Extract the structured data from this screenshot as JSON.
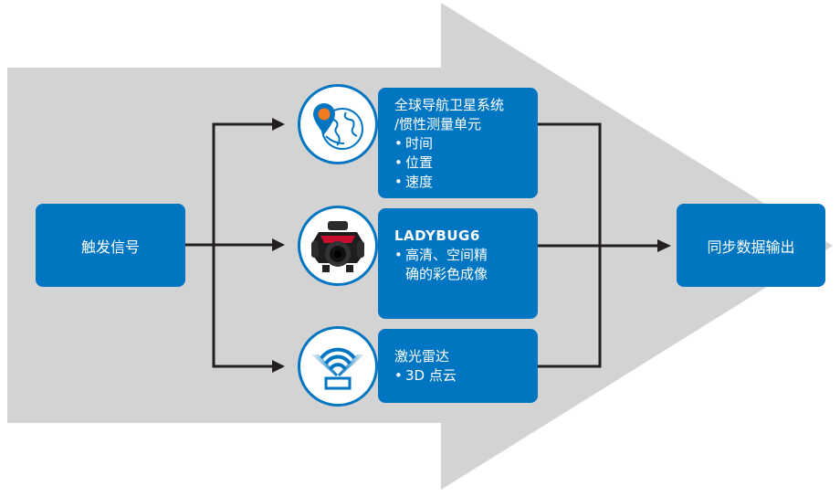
{
  "diagram": {
    "input": {
      "label": "触发信号"
    },
    "sensors": [
      {
        "title": "全球导航卫星系统/惯性测量单元",
        "title_lines": [
          "全球导航卫星系统",
          "/惯性测量单元"
        ],
        "bullets": [
          " 时间",
          "位置",
          "速度"
        ],
        "icon": "globe-location-pin-icon"
      },
      {
        "title": "LADYBUG6",
        "title_lines": [
          "LADYBUG6"
        ],
        "bullets": [
          "高清、空间精确的彩色成像"
        ],
        "bullet_lines": [
          "高清、空间精",
          "确的彩色成像"
        ],
        "icon": "ladybug6-camera-icon"
      },
      {
        "title": "激光雷达",
        "title_lines": [
          "激光雷达"
        ],
        "bullets": [
          "3D 点云"
        ],
        "icon": "lidar-signal-icon"
      }
    ],
    "output": {
      "label": "同步数据输出"
    },
    "colors": {
      "box_blue": "#0075c1",
      "background_arrow_gray": "#d3d3d3",
      "connector_black": "#231f20",
      "pin_orange": "#f47b20"
    }
  }
}
